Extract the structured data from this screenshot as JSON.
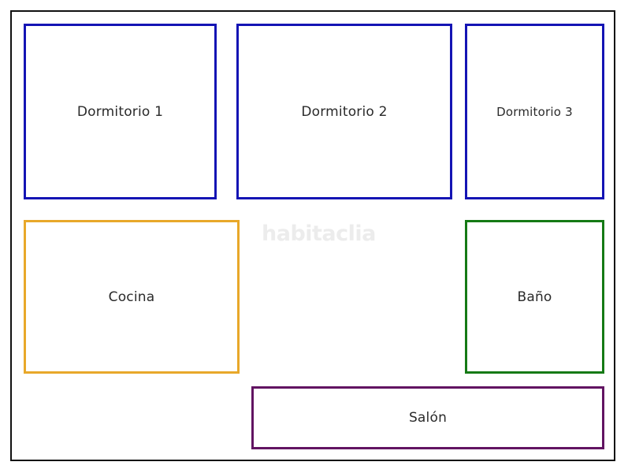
{
  "colors": {
    "bedroom": "#1414b4",
    "kitchen": "#e8a82a",
    "bathroom": "#157a15",
    "living": "#621462",
    "outline": "#111111"
  },
  "rooms": [
    {
      "id": "d1",
      "label": "Dormitorio 1",
      "color_key": "bedroom"
    },
    {
      "id": "d2",
      "label": "Dormitorio 2",
      "color_key": "bedroom"
    },
    {
      "id": "d3",
      "label": "Dormitorio 3",
      "color_key": "bedroom"
    },
    {
      "id": "cocina",
      "label": "Cocina",
      "color_key": "kitchen"
    },
    {
      "id": "bano",
      "label": "Baño",
      "color_key": "bathroom"
    },
    {
      "id": "salon",
      "label": "Salón",
      "color_key": "living"
    }
  ],
  "watermark": "habitaclia"
}
